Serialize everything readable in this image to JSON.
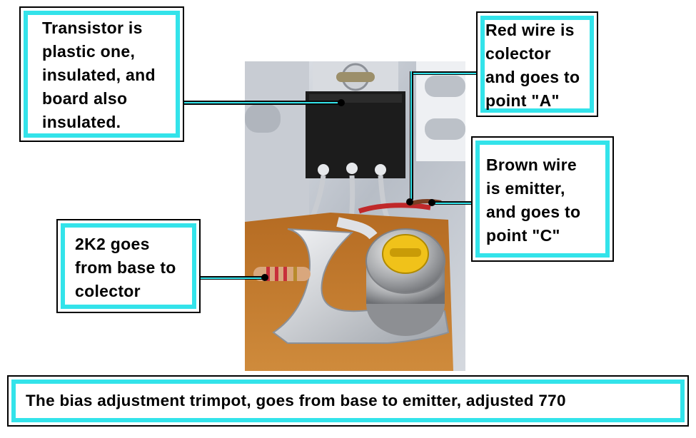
{
  "callouts": {
    "transistor": "Transistor is\nplastic one,\ninsulated, and\nboard also\ninsulated.",
    "red_wire": "Red wire is\ncolector\nand goes to\npoint \"A\"",
    "brown_wire": "Brown wire\nis emitter,\nand goes to\npoint \"C\"",
    "resistor": "2K2 goes\nfrom base to\ncolector",
    "trimpot": "The bias adjustment trimpot, goes from base to emitter, adjusted 770"
  },
  "colors": {
    "border_accent": "#33e3ea",
    "board": "#c07a2c",
    "transistor_body": "#1c1c1c",
    "solder": "#c9ccd1",
    "trimpot_knob": "#f0c21a"
  },
  "icons": {
    "photo": "circuit-board-photo"
  }
}
